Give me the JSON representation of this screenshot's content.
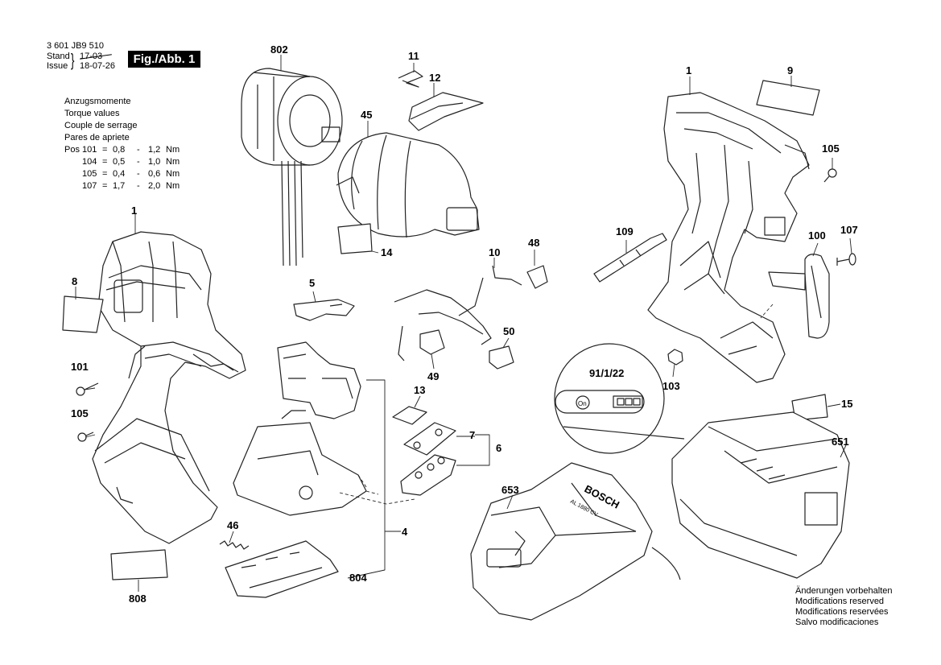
{
  "header": {
    "doc_number": "3 601 JB9 510",
    "stand_label": "Stand",
    "issue_label": "Issue",
    "old_date": "17-03",
    "new_date": "18-07-26",
    "figure": "Fig./Abb. 1"
  },
  "torque": {
    "lines": [
      "Anzugsmomente",
      "Torque values",
      "Couple de serrage",
      "Pares de apriete"
    ],
    "pos_label": "Pos",
    "rows": [
      {
        "pos": "101",
        "eq": "=",
        "min": "0,8",
        "dash": "-",
        "max": "1,2",
        "unit": "Nm"
      },
      {
        "pos": "104",
        "eq": "=",
        "min": "0,5",
        "dash": "-",
        "max": "1,0",
        "unit": "Nm"
      },
      {
        "pos": "105",
        "eq": "=",
        "min": "0,4",
        "dash": "-",
        "max": "0,6",
        "unit": "Nm"
      },
      {
        "pos": "107",
        "eq": "=",
        "min": "1,7",
        "dash": "-",
        "max": "2,0",
        "unit": "Nm"
      }
    ]
  },
  "parts": {
    "p1a": "1",
    "p1b": "1",
    "p4": "4",
    "p5": "5",
    "p6": "6",
    "p7": "7",
    "p8": "8",
    "p9": "9",
    "p10": "10",
    "p11": "11",
    "p12": "12",
    "p13": "13",
    "p14": "14",
    "p15": "15",
    "p45": "45",
    "p46": "46",
    "p48": "48",
    "p49": "49",
    "p50": "50",
    "p100": "100",
    "p101": "101",
    "p103": "103",
    "p105a": "105",
    "p105b": "105",
    "p107": "107",
    "p109": "109",
    "p651": "651",
    "p653": "653",
    "p802": "802",
    "p804": "804",
    "p808": "808",
    "p91": "91/1/22"
  },
  "detail": {
    "on_label": "On"
  },
  "charger": {
    "brand": "BOSCH",
    "model": "AL 1880 CV"
  },
  "notes": [
    "Änderungen vorbehalten",
    "Modifications reserved",
    "Modifications reservées",
    "Salvo modificaciones"
  ]
}
